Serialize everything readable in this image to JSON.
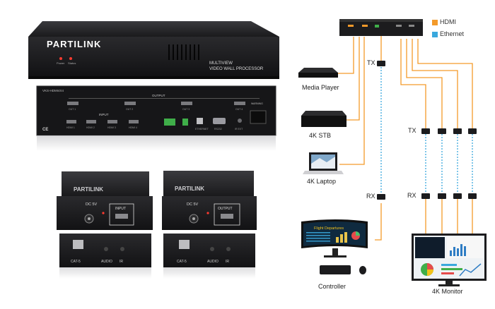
{
  "product": {
    "brand": "PARTILINK",
    "title_line1": "MULTIVIEW",
    "title_line2": "VIDEO WALL PROCESSOR",
    "led_power": "Power",
    "led_status": "Status",
    "rear_model": "VKS-HDMI4X4",
    "rear_output": "OUTPUT",
    "rear_input": "INPUT",
    "rear_ports_out": [
      "OUT 1",
      "OUT 2",
      "OUT 3",
      "OUT 4"
    ],
    "rear_ports_in": [
      "HDMI 1",
      "HDMI 2",
      "HDMI 3",
      "HDMI 4"
    ],
    "rear_small": [
      "ETHERNET",
      "RS232",
      "IR EXT"
    ],
    "rear_ce": "CE",
    "rear_warning": "WARNING"
  },
  "extenders": {
    "brand": "PARTILINK",
    "tx_top_dc": "DC 5V",
    "tx_top_port": "INPUT",
    "rx_top_dc": "DC 5V",
    "rx_top_port": "OUTPUT",
    "bottom_labels": [
      "CAT-5",
      "AUDIO",
      "IR"
    ]
  },
  "legend": [
    {
      "label": "HDMI",
      "color": "#f39a2a"
    },
    {
      "label": "Ethernet",
      "color": "#3aa8dd"
    }
  ],
  "diagram": {
    "sources": [
      "Media Player",
      "4K STB",
      "4K Laptop"
    ],
    "controller_label": "Controller",
    "monitor_label": "4K Monitor",
    "tx_left": "TX",
    "rx_left": "RX",
    "tx_right": "TX",
    "rx_right": "RX",
    "screen_title": "Flight Departures"
  },
  "colors": {
    "hdmi": "#f39a2a",
    "ethernet": "#3aa8dd",
    "device": "#1c1c1e"
  }
}
